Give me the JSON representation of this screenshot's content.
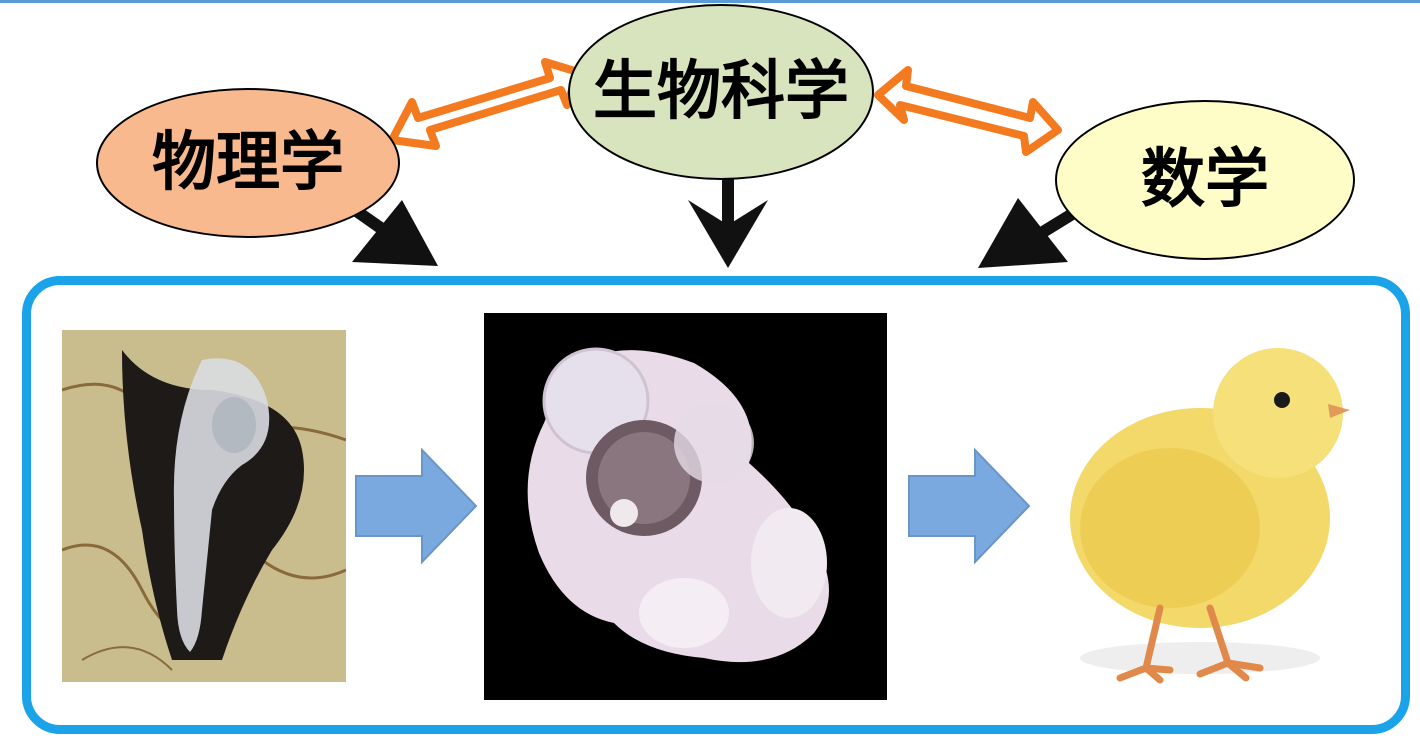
{
  "nodes": {
    "physics": {
      "label": "物理学",
      "fill": "#f9b98f"
    },
    "biology": {
      "label": "生物科学",
      "fill": "#d7e4bd"
    },
    "mathematics": {
      "label": "数学",
      "fill": "#fefdc7"
    }
  },
  "colors": {
    "exchange_arrow": "#f47a20",
    "down_arrow": "#111111",
    "frame_border": "#1aa3e8",
    "process_arrow": "#7aa9e0"
  },
  "images": [
    {
      "name": "early-chick-embryo-photo",
      "icon": "embryo-early-stage"
    },
    {
      "name": "later-chick-embryo-photo",
      "icon": "embryo-curled-stage"
    },
    {
      "name": "chick-photo",
      "icon": "baby-chick"
    }
  ]
}
